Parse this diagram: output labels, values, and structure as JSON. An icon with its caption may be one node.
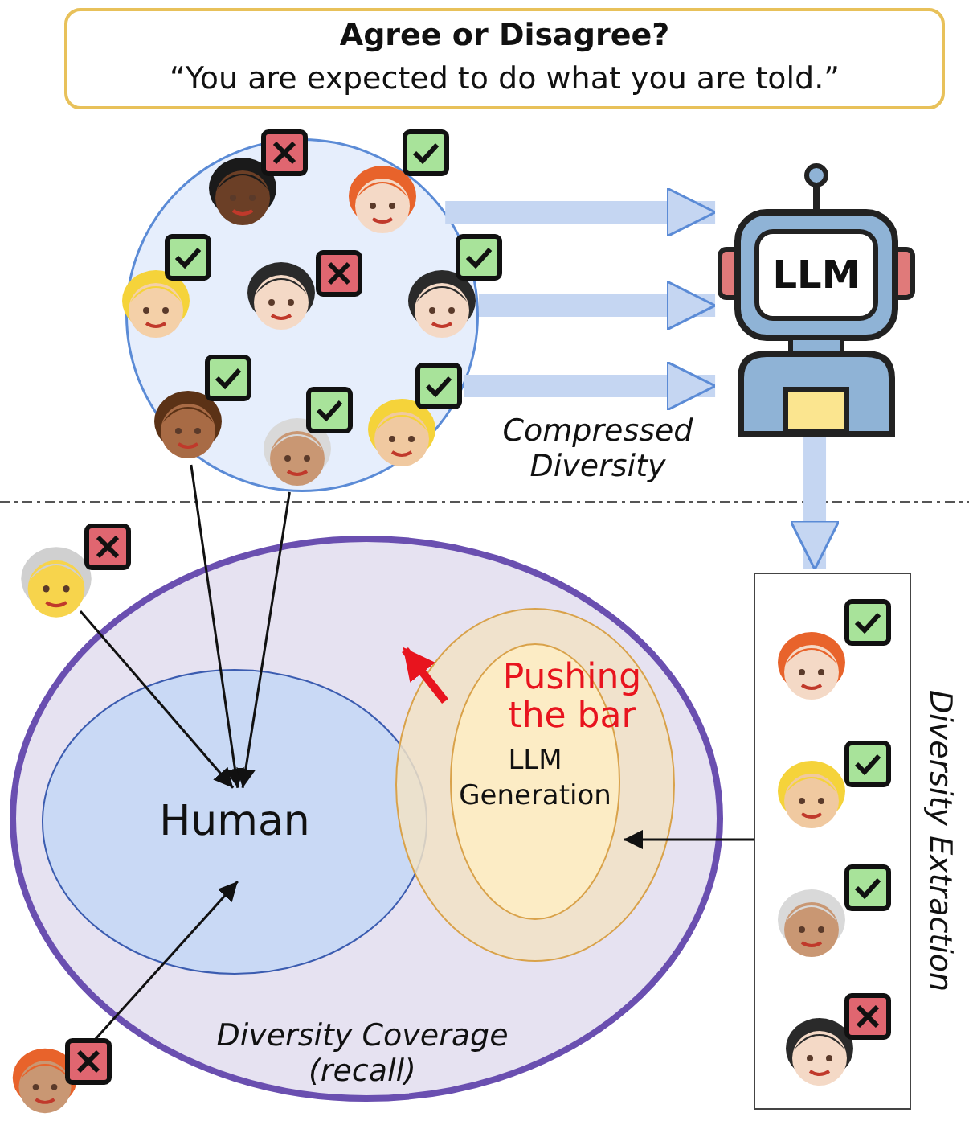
{
  "diagram": {
    "nodes": [
      {
        "text": [
          "Agree or Disagree?",
          "“You are expected to do what you are told.”"
        ]
      },
      {
        "text": [],
        "shape": "circle"
      },
      {
        "text": [],
        "shape": "person",
        "in": 1
      },
      {
        "text": [],
        "shape": "person",
        "in": 1
      },
      {
        "text": [
          "LLM"
        ]
      },
      {
        "text": [
          "Diversity Coverage (recall)"
        ]
      },
      {
        "text": [
          "Human"
        ],
        "in": 5
      },
      {
        "text": [],
        "shape": "circle",
        "in": 5
      },
      {
        "text": [
          "LLM Generation"
        ],
        "in": 7
      },
      {
        "text": [],
        "shape": "person"
      },
      {
        "text": [],
        "shape": "person"
      },
      {
        "text": [
          "Diversity Extraction"
        ]
      }
    ],
    "edges": [
      {
        "from": 1,
        "to": 4,
        "arrow": "to",
        "style": "thick",
        "color": "#c5d6f2"
      },
      {
        "from": 1,
        "to": 4,
        "arrow": "to",
        "style": "thick",
        "color": "#c5d6f2"
      },
      {
        "from": 1,
        "to": 4,
        "arrow": "to",
        "style": "thick",
        "color": "#c5d6f2"
      },
      {
        "from": 4,
        "to": 11,
        "arrow": "to",
        "style": "thick",
        "color": "#c5d6f2"
      },
      {
        "from": 2,
        "to": 6,
        "arrow": "to"
      },
      {
        "from": 3,
        "to": 6,
        "arrow": "to"
      },
      {
        "from": 9,
        "to": 6,
        "arrow": "to"
      },
      {
        "from": 10,
        "to": 6,
        "arrow": "to"
      },
      {
        "from": 11,
        "to": 8,
        "arrow": "to"
      }
    ],
    "labels": [
      "Compressed Diversity",
      "Pushing the bar"
    ]
  }
}
